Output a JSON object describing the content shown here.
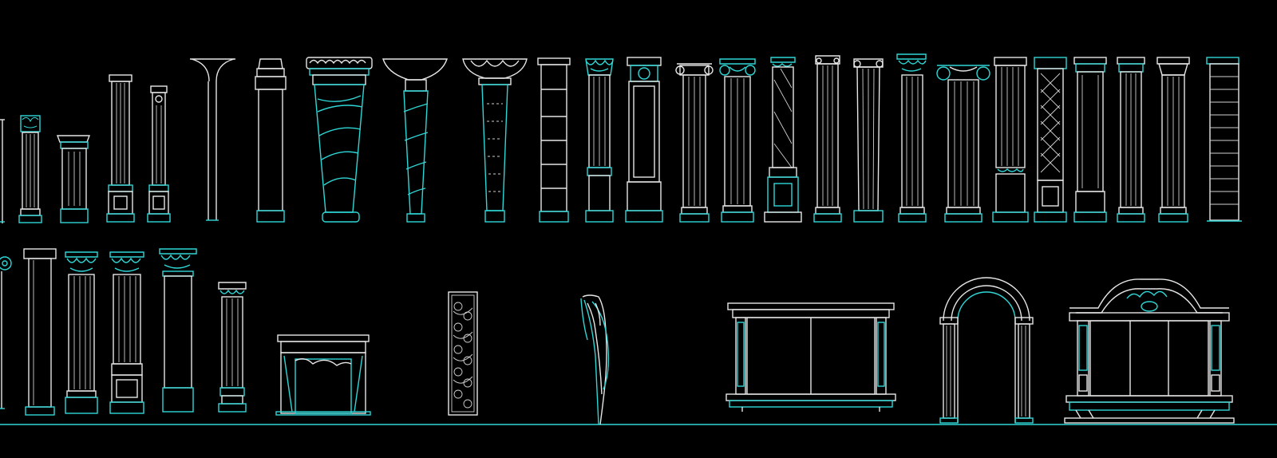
{
  "drawing": {
    "background": "#000000",
    "line_color_white": "#e6e6e6",
    "line_color_cyan": "#2fd6d6"
  },
  "row1": {
    "items": [
      "edge-fragment",
      "corinthian-pilaster",
      "fluted-pedestal-block",
      "tall-pilaster-pedestal",
      "slim-pilaster-medallion",
      "lamp-post",
      "plain-column-capital",
      "spiral-tapered-column",
      "tapered-column-bands",
      "tapered-column-dotted",
      "stacked-block-column",
      "corinthian-column",
      "tall-panel-pilaster",
      "ionic-column",
      "corinthian-column-tuscan",
      "twisted-pedestal-column",
      "plain-fluted-column",
      "fluted-tall-column",
      "corinthian-fluted-column",
      "ionic-wide-column",
      "fluted-panel-pilaster",
      "lattice-pilaster",
      "plain-panel-pilaster",
      "fluted-slim-pilaster",
      "fluted-pilaster-wide",
      "banded-pilaster"
    ]
  },
  "row2": {
    "items": [
      "ionic-fragment",
      "plain-square-column",
      "corinthian-fluted-a",
      "corinthian-fluted-b",
      "corinthian-fluted-c",
      "small-fluted-column",
      "fireplace",
      "carved-panel",
      "curtain-drape",
      "window-frame",
      "arched-doorway",
      "pediment-window"
    ]
  }
}
